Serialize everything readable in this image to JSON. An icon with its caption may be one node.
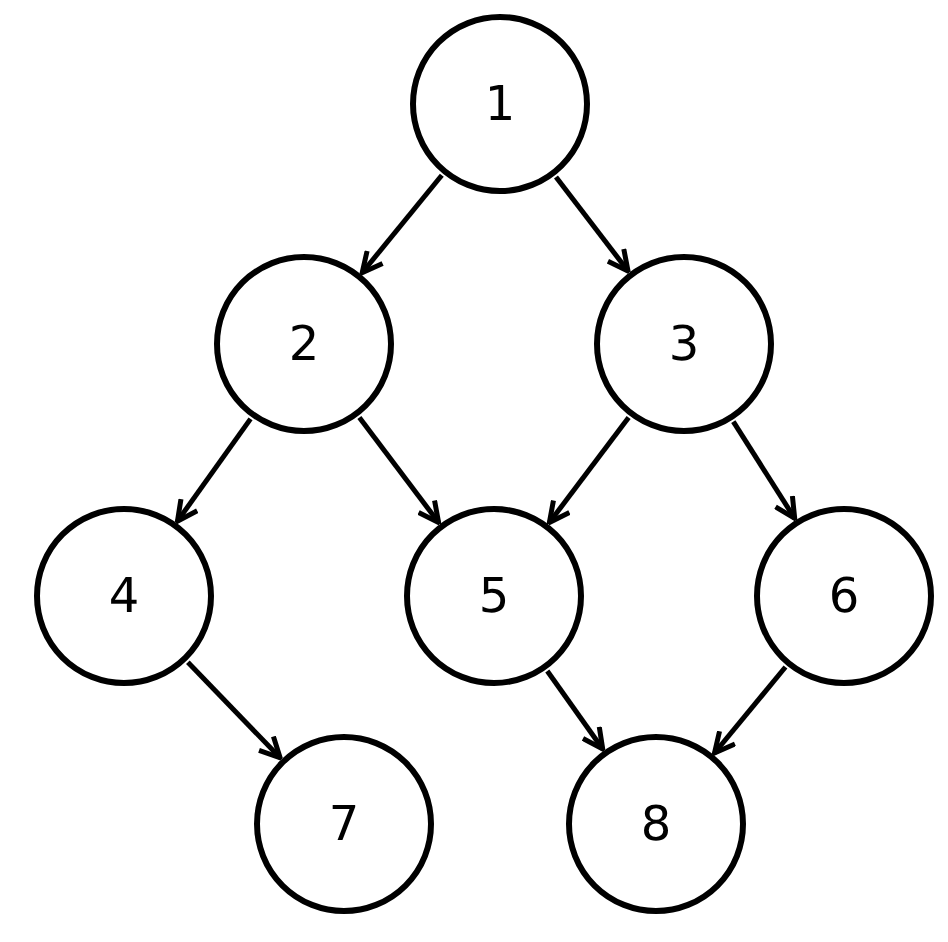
{
  "diagram": {
    "nodes": [
      {
        "text": [
          "1"
        ]
      },
      {
        "text": [
          "2"
        ]
      },
      {
        "text": [
          "3"
        ]
      },
      {
        "text": [
          "4"
        ]
      },
      {
        "text": [
          "5"
        ]
      },
      {
        "text": [
          "6"
        ]
      },
      {
        "text": [
          "7"
        ]
      },
      {
        "text": [
          "8"
        ]
      }
    ],
    "edges": [
      {
        "from": 0,
        "to": 1,
        "arrow": "to"
      },
      {
        "from": 0,
        "to": 2,
        "arrow": "to"
      },
      {
        "from": 1,
        "to": 3,
        "arrow": "to"
      },
      {
        "from": 1,
        "to": 4,
        "arrow": "to"
      },
      {
        "from": 2,
        "to": 4,
        "arrow": "to"
      },
      {
        "from": 2,
        "to": 5,
        "arrow": "to"
      },
      {
        "from": 3,
        "to": 6,
        "arrow": "to"
      },
      {
        "from": 4,
        "to": 7,
        "arrow": "to"
      },
      {
        "from": 5,
        "to": 7,
        "arrow": "to"
      }
    ]
  }
}
